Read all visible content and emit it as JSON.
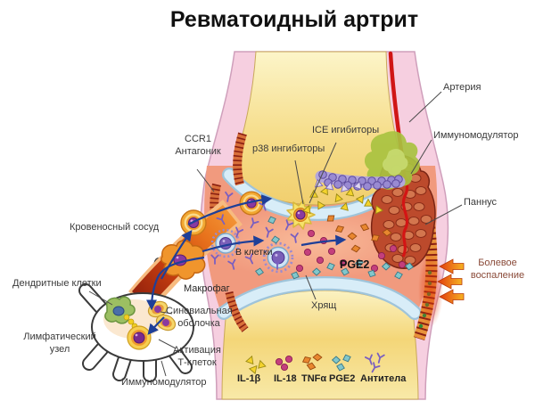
{
  "title": "Ревматоидный артрит",
  "labels": {
    "artery": "Артерия",
    "immunomodulator_right": "Иммуномодулятор",
    "pannus": "Паннус",
    "pain_line1": "Болевое",
    "pain_line2": "воспаление",
    "ccr1_line1": "CCR1",
    "ccr1_line2": "Антагоник",
    "p38_inhibitors": "p38 ингибиторы",
    "ice_inhibitors": "ICE игибиторы",
    "blood_vessel": "Кровеносный сосуд",
    "b_cells": "В клетки",
    "macrophage": "Макрофаг",
    "dendritic_cells": "Дендритные клетки",
    "lymph_node_line1": "Лимфатический",
    "lymph_node_line2": "узел",
    "synovial_membrane_line1": "Синовиальная",
    "synovial_membrane_line2": "оболочка",
    "t_cell_activation_line1": "Активация",
    "t_cell_activation_line2": "Т-клеток",
    "immunomodulator_bottom": "Иммуномодулятор",
    "cartilage": "Хрящ",
    "pge2_cavity": "PGE2"
  },
  "legend": {
    "items": [
      {
        "label": "IL-1β",
        "symbol": "yellow-triangle",
        "color": "#f4d32c"
      },
      {
        "label": "IL-18",
        "symbol": "magenta-circle",
        "color": "#c43f7c"
      },
      {
        "label": "TNFα",
        "symbol": "orange-diamond",
        "color": "#e8872f"
      },
      {
        "label": "PGE2",
        "symbol": "teal-diamond",
        "color": "#82c7cb"
      },
      {
        "label": "Антитела",
        "symbol": "purple-antibody",
        "color": "#7a5fc0"
      }
    ]
  },
  "colors": {
    "bone": "#f4d678",
    "cartilage": "#d6ecf7",
    "joint_cavity": "#f19a7e",
    "capsule_pink": "#f6cfe0",
    "artery_red": "#d01616",
    "pannus": "#bc4a2c",
    "vessel_orange": "#e8721c",
    "arrow_blue": "#1e3f98",
    "dendritic_green": "#9cbf62",
    "inflammation_green": "#a6c03e"
  }
}
